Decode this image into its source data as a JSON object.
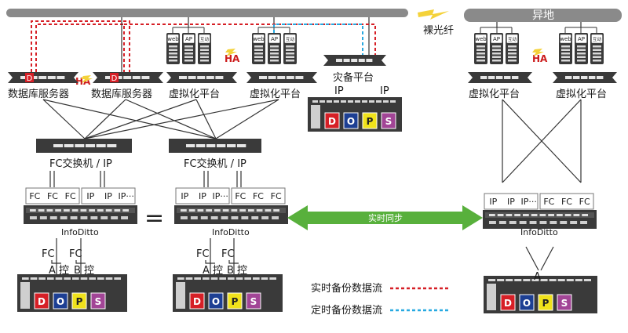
{
  "labels": {
    "remote_site": "异地",
    "fiber": "裸光纤",
    "db_server": "数据库服务器",
    "ha": "HA",
    "virt_platform": "虚拟化平台",
    "dr_platform": "灾备平台",
    "ip": "IP",
    "fc_switch": "FC交换机 / IP",
    "fc": "FC",
    "ip_dots": "IP···",
    "infoditto": "InfoDitto",
    "equals": "=",
    "realtime_sync": "实时同步",
    "a_ctrl": "A 控",
    "b_ctrl": "B 控",
    "a": "A",
    "web": "web",
    "ap": "AP",
    "interact": "互动",
    "d": "D",
    "o": "O",
    "p": "P",
    "s": "S"
  },
  "legend": {
    "realtime_backup": "实时备份数据流",
    "scheduled_backup": "定时备份数据流"
  },
  "colors": {
    "realtime_line": "#d61f26",
    "scheduled_line": "#27a9e1",
    "sync_arrow": "#58b03c",
    "d_block": "#d61f26",
    "o_block": "#1d3f93",
    "p_block": "#f0e21b",
    "s_block": "#a24596"
  }
}
